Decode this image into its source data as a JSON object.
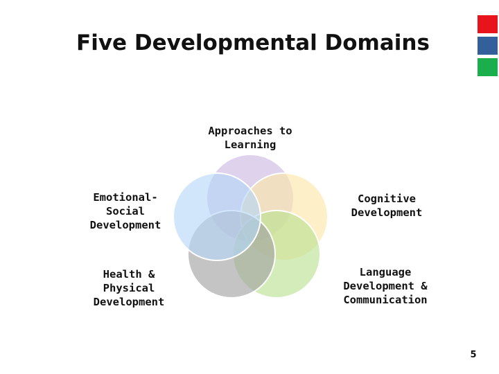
{
  "slide": {
    "title": "Five Developmental Domains",
    "page_number": "5",
    "accent_colors": [
      "#e8141c",
      "#33609a",
      "#1aae4c"
    ]
  },
  "diagram": {
    "type": "venn",
    "domains": [
      {
        "label": "Approaches to\nLearning",
        "color": "#c9b6e0"
      },
      {
        "label": "Cognitive\nDevelopment",
        "color": "#fbe6a6"
      },
      {
        "label": "Language\nDevelopment &\nCommunication",
        "color": "#b9e08f"
      },
      {
        "label": "Health &\nPhysical\nDevelopment",
        "color": "#9fa0a0"
      },
      {
        "label": "Emotional-\nSocial\nDevelopment",
        "color": "#b5d6f7"
      }
    ]
  }
}
